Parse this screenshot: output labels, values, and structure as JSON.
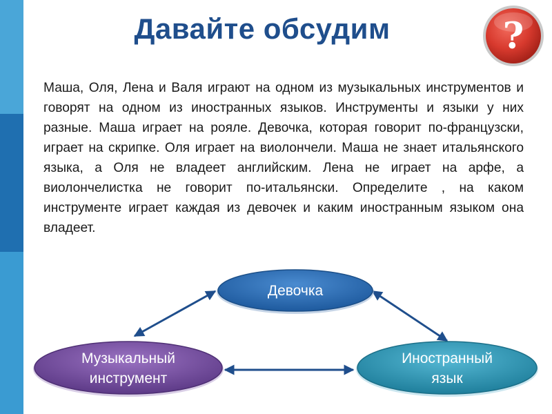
{
  "slide": {
    "title": "Давайте обсудим",
    "help_icon": "question-mark-icon",
    "task_text": "Маша, Оля,  Лена и Валя  играют на одном из музыкальных инструментов и говорят на одном из иностранных языков. Инструменты и языки у них разные. Маша играет на рояле. Девочка, которая говорит по-французски, играет на скрипке. Оля играет на виолончели. Маша не  знает итальянского языка, а Оля не владеет английским. Лена не играет на арфе, а виолончелистка не говорит по-итальянски. Определите , на каком инструменте играет каждая из девочек и каким иностранным языком она владеет."
  },
  "diagram": {
    "nodes": {
      "girl": {
        "label": "Девочка",
        "color": "#2e6fb7"
      },
      "instrument": {
        "line1": "Музыкальный",
        "line2": "инструмент",
        "color": "#7a4fa3"
      },
      "language": {
        "line1": "Иностранный",
        "line2": "язык",
        "color": "#2f9ab8"
      }
    },
    "arrow_color": "#1f4e8c"
  },
  "colors": {
    "title": "#1f4e8c",
    "sidebar": "#2f8fc4",
    "badge": "#d83a2e"
  }
}
